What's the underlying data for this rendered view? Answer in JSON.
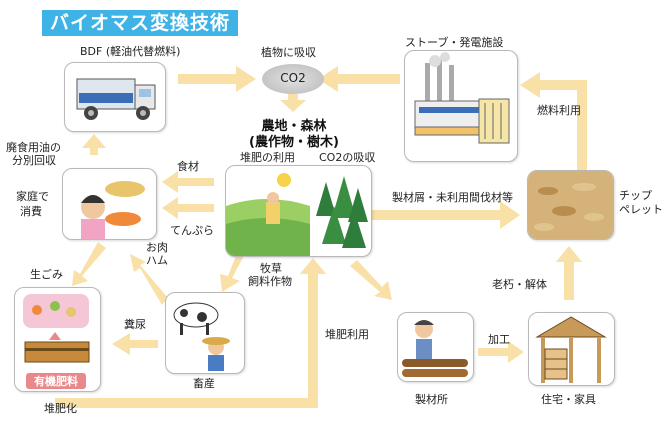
{
  "title": "バイオマス変換技術",
  "colors": {
    "arrow": "#f9e0a6",
    "title_bg": "#3fb2e6",
    "compost_tag": "#e8888a"
  },
  "labels": {
    "bdf": "BDF (軽油代替燃料)",
    "plant_absorb": "植物に吸収",
    "co2": "CO2",
    "stove": "ストーブ・発電施設",
    "fuel_use": "燃料利用",
    "center_title_1": "農地・森林",
    "center_title_2": "(農作物・樹木)",
    "compost_use_top": "堆肥の利用",
    "co2_absorb": "CO2の吸収",
    "waste_oil_1": "廃食用油の",
    "waste_oil_2": "分別回収",
    "food": "食材",
    "tempura": "てんぷら",
    "home_1": "家庭で",
    "home_2": "消費",
    "meat_1": "お肉",
    "meat_2": "ハム",
    "raw_garbage": "生ごみ",
    "manure": "糞尿",
    "livestock": "畜産",
    "pasture_1": "牧草",
    "pasture_2": "飼料作物",
    "compost_use": "堆肥利用",
    "composting": "堆肥化",
    "organic_fertilizer": "有機肥料",
    "lumber_waste": "製材屑・未利用間伐材等",
    "chip_1": "チップ",
    "chip_2": "ペレット",
    "aging": "老朽・解体",
    "processing": "加工",
    "sawmill": "製材所",
    "housing": "住宅・家具"
  }
}
